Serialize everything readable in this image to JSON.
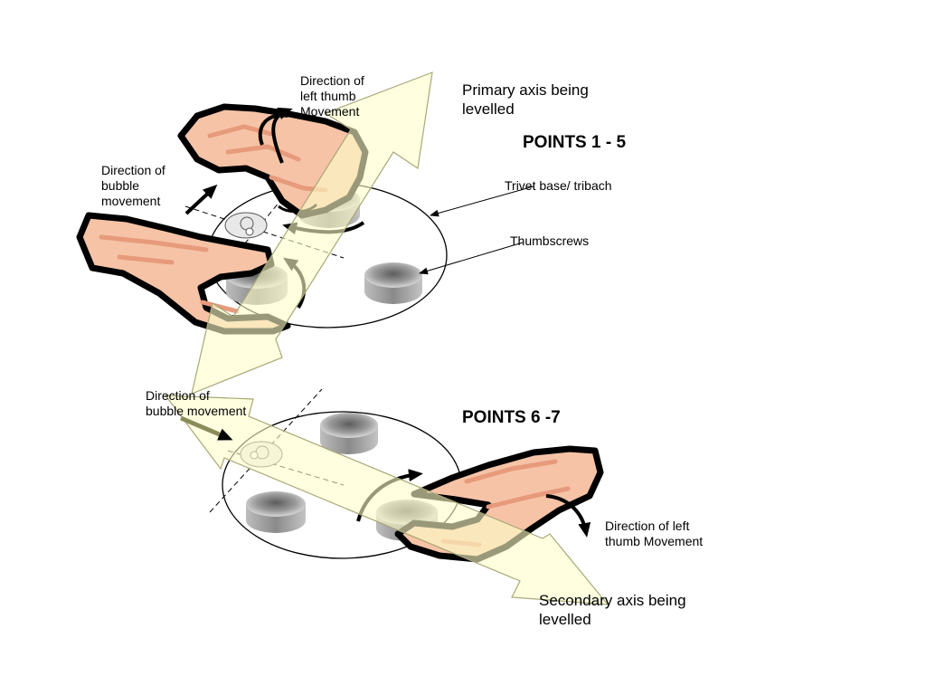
{
  "labels": {
    "primary_axis": "Primary axis being\nlevelled",
    "points_1_5": "POINTS 1 -  5",
    "trivet_base": "Trivet base/ tribach",
    "thumbscrews": "Thumbscrews",
    "left_thumb_top": "Direction of\nleft thumb\nMovement",
    "bubble_top": "Direction of\nbubble\nmovement",
    "bubble_bottom": "Direction of\nbubble movement",
    "points_6_7": "POINTS 6 -7",
    "left_thumb_bottom": "Direction of  left\nthumb Movement",
    "secondary_axis": "Secondary axis being\nlevelled"
  },
  "colors": {
    "arrow_fill": "#ffffcc",
    "arrow_edge": "#a8a878",
    "skin": "#f6c3a6",
    "skin_shade": "#e79a7c",
    "outline": "#000000",
    "screw_dark": "#6f6f6f",
    "screw_light": "#e6e6e6",
    "bubble_arrow": "#8c8c5a"
  },
  "icons": [
    "hand-icon",
    "thumbscrew-icon",
    "circular-bubble-icon",
    "curved-arrow-icon"
  ]
}
